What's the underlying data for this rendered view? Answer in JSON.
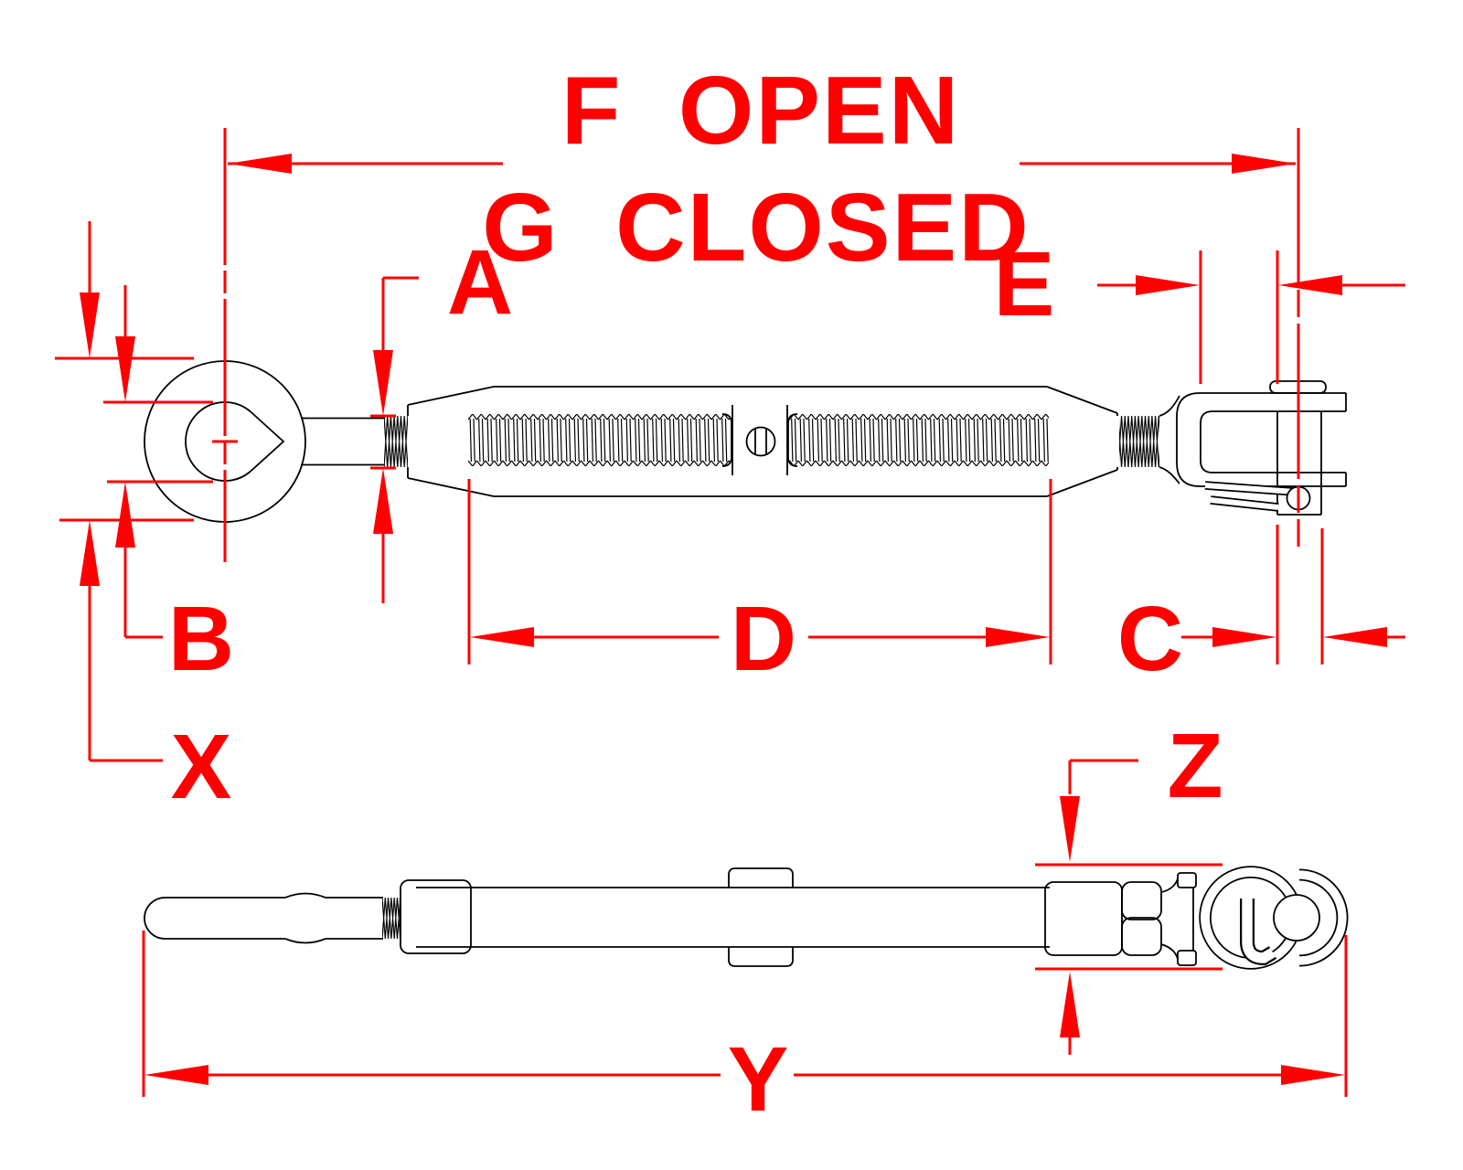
{
  "drawing": {
    "title": "turnbuckle-eye-and-jaw-dimension-diagram",
    "colors": {
      "annotation": "#ff0000",
      "outline": "#000000",
      "background": "#ffffff"
    },
    "dimensions": {
      "f": "F OPEN",
      "g": "G CLOSED",
      "a": "A",
      "b": "B",
      "c": "C",
      "d": "D",
      "e": "E",
      "x": "X",
      "y": "Y",
      "z": "Z"
    }
  }
}
